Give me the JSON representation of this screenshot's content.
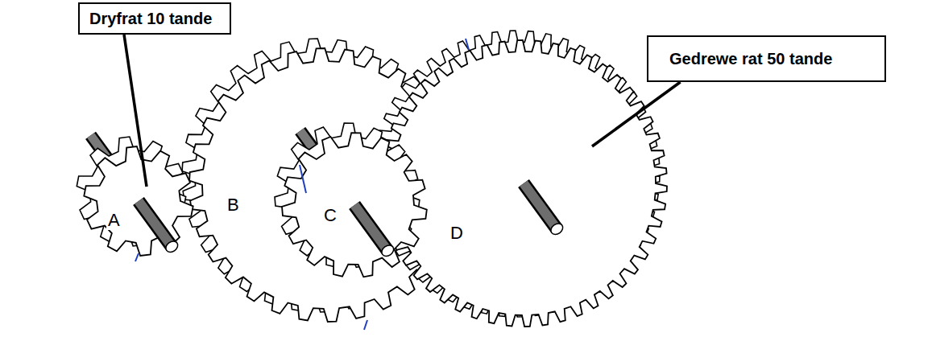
{
  "diagram": {
    "nodes": [
      {
        "text": [
          "Dryfrat 10 tande"
        ]
      },
      {
        "text": [
          "Gedrewe rat 50 tande"
        ]
      }
    ],
    "labels": [
      "A",
      "B",
      "C",
      "D"
    ]
  }
}
